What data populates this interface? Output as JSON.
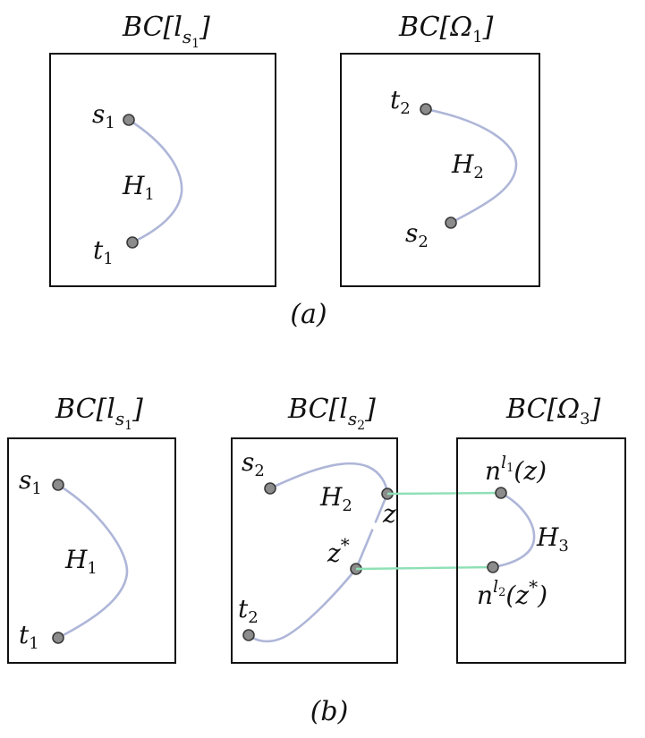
{
  "panel_a": {
    "caption": "(a)",
    "left": {
      "title": {
        "main": "BC[",
        "l": "l",
        "s": "s",
        "sub": "1",
        "close": "]"
      },
      "nodes": {
        "s": {
          "base": "s",
          "sub": "1"
        },
        "t": {
          "base": "t",
          "sub": "1"
        }
      },
      "path_label": {
        "base": "H",
        "sub": "1"
      }
    },
    "right": {
      "title": {
        "main": "BC[",
        "omega": "Ω",
        "sub": "1",
        "close": "]"
      },
      "nodes": {
        "t": {
          "base": "t",
          "sub": "2"
        },
        "s": {
          "base": "s",
          "sub": "2"
        }
      },
      "path_label": {
        "base": "H",
        "sub": "2"
      }
    }
  },
  "panel_b": {
    "caption": "(b)",
    "left": {
      "title": {
        "main": "BC[",
        "l": "l",
        "s": "s",
        "sub": "1",
        "close": "]"
      },
      "nodes": {
        "s": {
          "base": "s",
          "sub": "1"
        },
        "t": {
          "base": "t",
          "sub": "1"
        }
      },
      "path_label": {
        "base": "H",
        "sub": "1"
      }
    },
    "middle": {
      "title": {
        "main": "BC[",
        "l": "l",
        "s": "s",
        "sub": "2",
        "close": "]"
      },
      "nodes": {
        "s": {
          "base": "s",
          "sub": "2"
        },
        "t": {
          "base": "t",
          "sub": "2"
        },
        "z": {
          "base": "z"
        },
        "zstar": {
          "base": "z",
          "sup": "*"
        }
      },
      "path_label": {
        "base": "H",
        "sub": "2"
      }
    },
    "right": {
      "title": {
        "main": "BC[",
        "omega": "Ω",
        "sub": "3",
        "close": "]"
      },
      "nodes": {
        "nz": {
          "base": "n",
          "sup_l": "l",
          "sup_sub": "1",
          "arg": "(z)"
        },
        "nzstar": {
          "base": "n",
          "sup_l": "l",
          "sup_sub": "2",
          "arg_open": "(z",
          "arg_star": "*",
          "arg_close": ")"
        }
      },
      "path_label": {
        "base": "H",
        "sub": "3"
      }
    }
  }
}
